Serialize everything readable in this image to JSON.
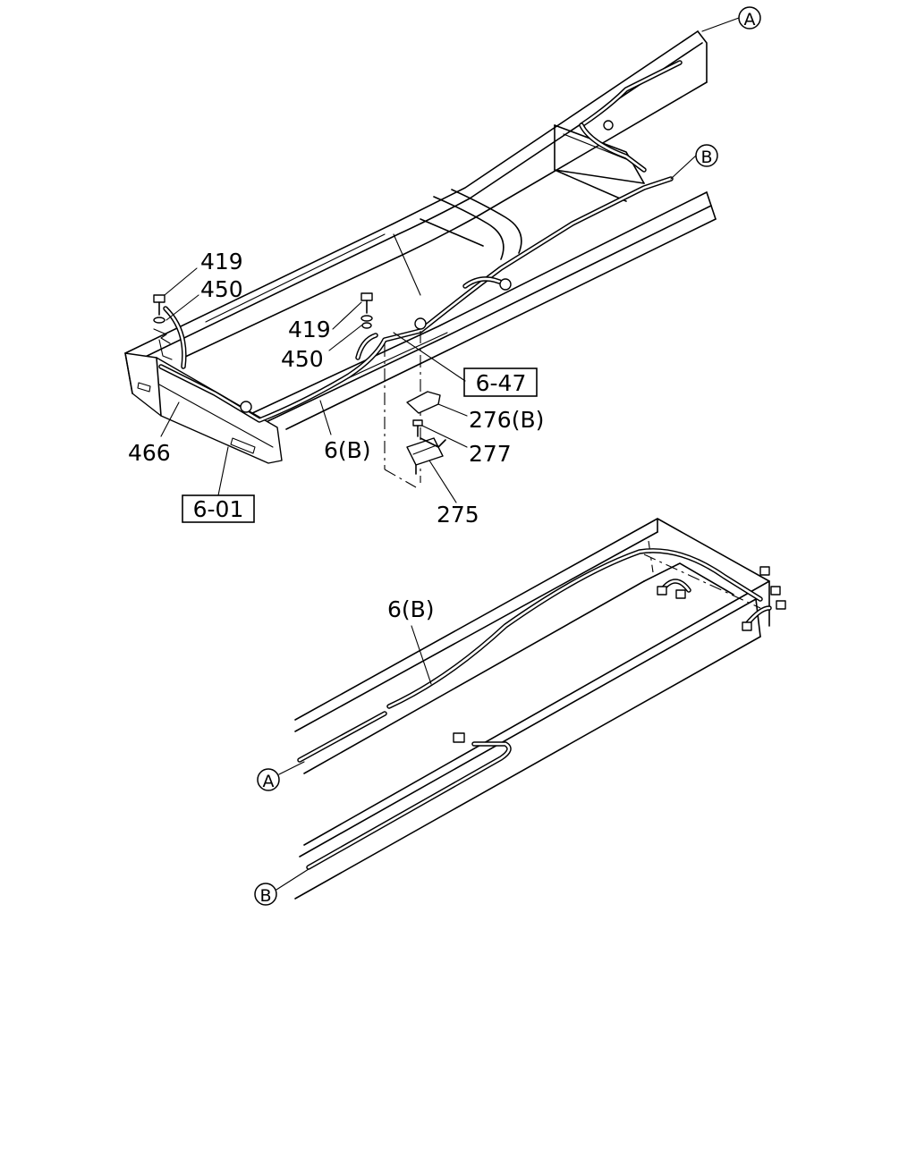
{
  "diagram": {
    "callouts": {
      "ref_a_top": "A",
      "ref_b_top": "B",
      "ref_a_bottom": "A",
      "ref_b_bottom": "B",
      "bolt_left": "419",
      "washer_left": "450",
      "bolt_right": "419",
      "washer_right": "450",
      "ref_6_47": "6-47",
      "cover": "276(B)",
      "screw": "277",
      "bracket": "275",
      "clip": "466",
      "harness_top": "6(B)",
      "ref_6_01": "6-01",
      "harness_bottom": "6(B)"
    }
  }
}
